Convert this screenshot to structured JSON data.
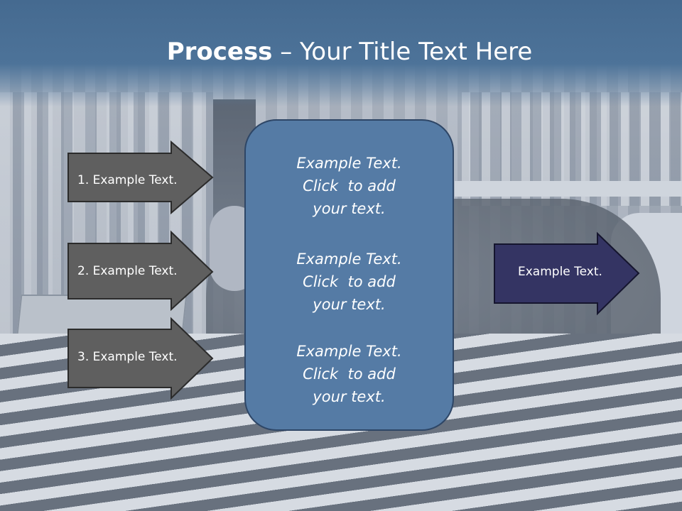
{
  "title": {
    "bold": "Process",
    "rest": " – Your Title Text Here"
  },
  "left_arrows": [
    {
      "label": "1. Example Text."
    },
    {
      "label": "2. Example Text."
    },
    {
      "label": "3. Example Text."
    }
  ],
  "center_box": {
    "paragraphs": [
      {
        "text": "Example Text.\nClick  to add\nyour text."
      },
      {
        "text": "Example Text.\nClick  to add\nyour text."
      },
      {
        "text": "Example Text.\nClick  to add\nyour text."
      }
    ]
  },
  "right_arrow": {
    "label": "Example Text."
  },
  "colors": {
    "title_bar": "#456a90",
    "left_arrow_fill": "#5f5f5f",
    "center_box_fill": "#557ba5",
    "right_arrow_fill": "#343463",
    "text": "#ffffff"
  }
}
